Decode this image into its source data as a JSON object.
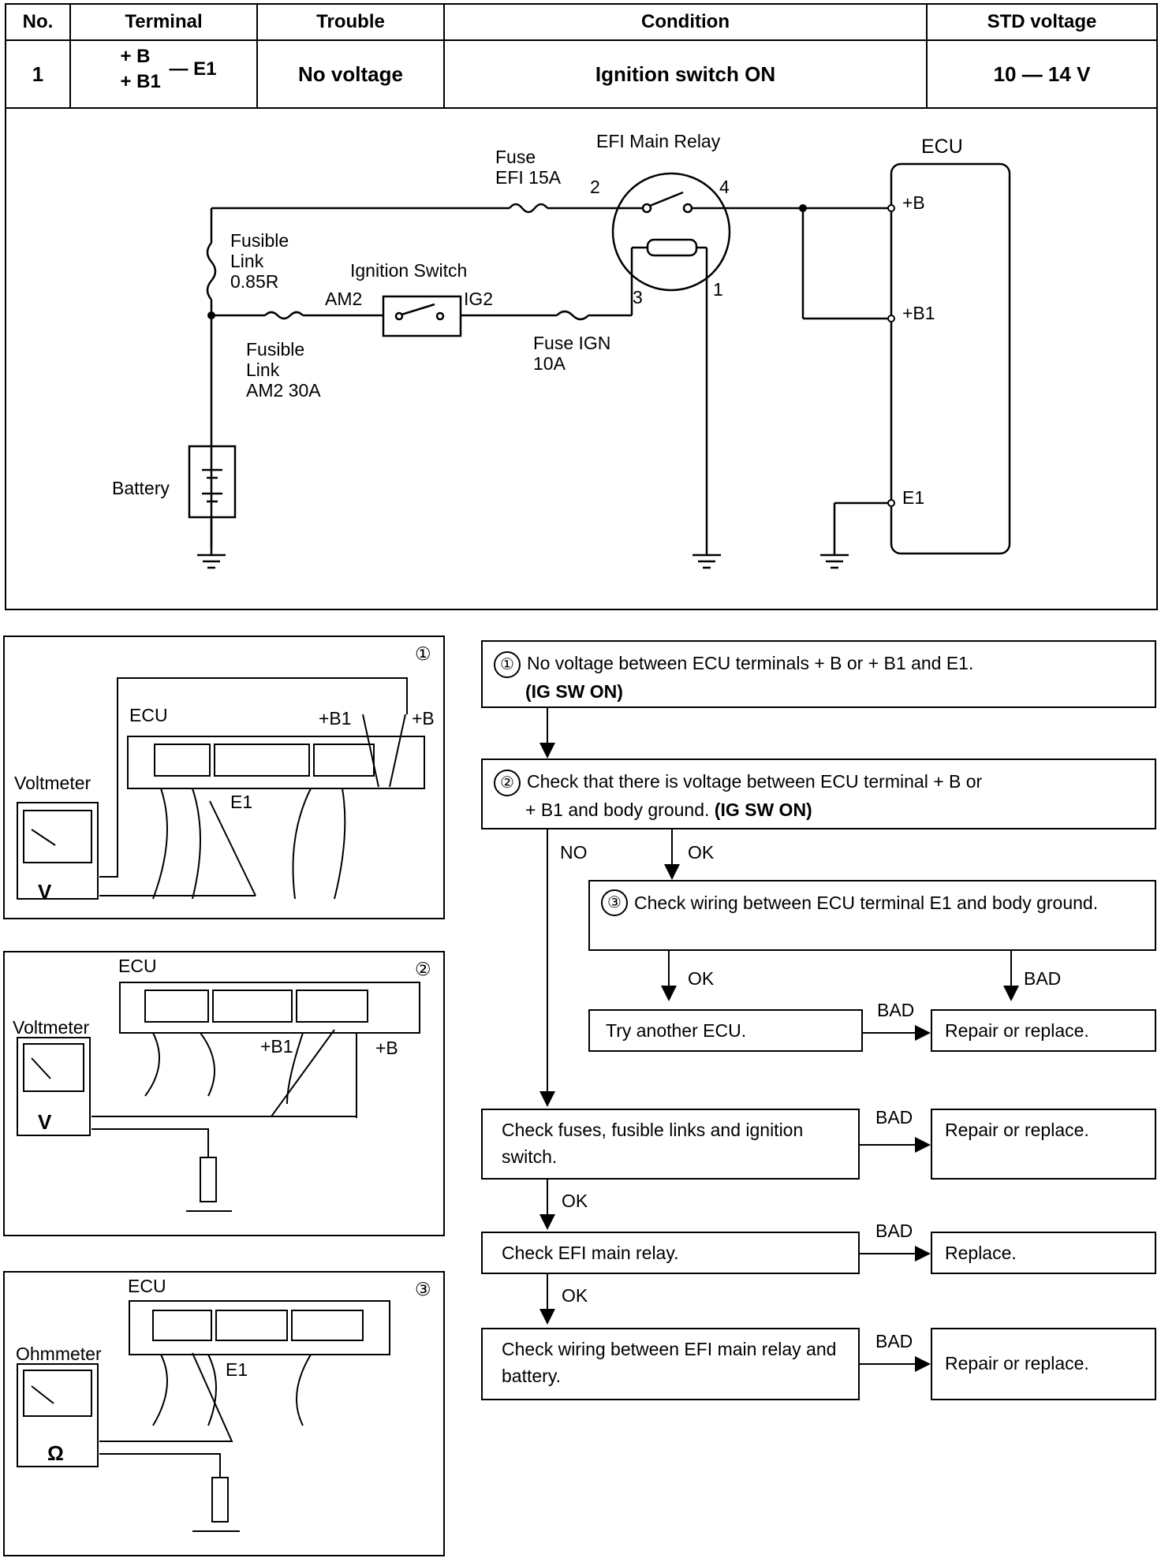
{
  "table": {
    "headers": [
      "No.",
      "Terminal",
      "Trouble",
      "Condition",
      "STD voltage"
    ],
    "row": {
      "no": "1",
      "terminal_top": "+ B",
      "terminal_bottom": "+ B1",
      "terminal_dash": "— E1",
      "trouble": "No voltage",
      "condition": "Ignition switch ON",
      "std_voltage": "10 — 14 V"
    }
  },
  "schematic": {
    "fuse_efi_label": "Fuse",
    "fuse_efi_value": "EFI 15A",
    "relay_label": "EFI Main Relay",
    "ecu_label": "ECU",
    "pin_2": "2",
    "pin_4": "4",
    "pin_3": "3",
    "pin_1": "1",
    "ecu_b": "+B",
    "ecu_b1": "+B1",
    "ecu_e1": "E1",
    "fusible_link_1": [
      "Fusible",
      "Link",
      "0.85R"
    ],
    "ignition_switch": "Ignition Switch",
    "am2": "AM2",
    "ig2": "IG2",
    "fusible_link_2": [
      "Fusible",
      "Link",
      "AM2 30A"
    ],
    "fuse_ign": [
      "Fuse IGN",
      "10A"
    ],
    "battery": "Battery"
  },
  "illustrations": [
    {
      "num": "①",
      "ecu": "ECU",
      "meter": "Voltmeter",
      "meter_symbol": "V",
      "labels": [
        "+B1",
        "+B",
        "E1"
      ]
    },
    {
      "num": "②",
      "ecu": "ECU",
      "meter": "Voltmeter",
      "meter_symbol": "V",
      "labels": [
        "+B1",
        "+B"
      ]
    },
    {
      "num": "③",
      "ecu": "ECU",
      "meter": "Ohmmeter",
      "meter_symbol": "Ω",
      "labels": [
        "E1"
      ]
    }
  ],
  "flow": {
    "step1_num": "①",
    "step1_text": "No voltage between ECU terminals + B or + B1 and E1.",
    "step1_cond": "(IG SW ON)",
    "step2_num": "②",
    "step2_text_a": "Check that there is voltage between ECU terminal + B or",
    "step2_text_b": "+ B1 and body ground.",
    "step2_cond": "(IG SW ON)",
    "no": "NO",
    "ok": "OK",
    "bad": "BAD",
    "step3_num": "③",
    "step3_text": "Check wiring between ECU terminal E1 and body ground.",
    "try_ecu": "Try another ECU.",
    "repair": "Repair or replace.",
    "check_fuses": "Check fuses, fusible links and ignition switch.",
    "check_relay": "Check EFI main relay.",
    "replace": "Replace.",
    "check_wiring": "Check wiring between EFI main relay and battery."
  }
}
